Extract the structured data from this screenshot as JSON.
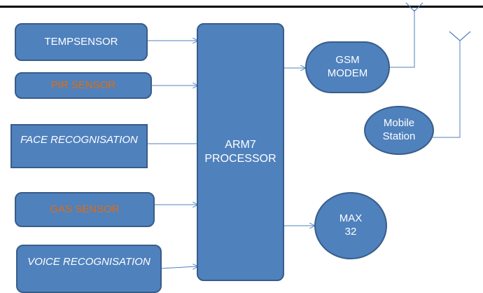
{
  "diagram": {
    "blocks": {
      "temp_sensor": "TEMPSENSOR",
      "pir_sensor": "PIR SENSOR",
      "face_recognition": "FACE RECOGNISATION",
      "gas_sensor": "GAS SENSOR",
      "voice_recognition": "VOICE RECOGNISATION",
      "processor_line1": "ARM7",
      "processor_line2": "PROCESSOR",
      "gsm_line1": "GSM",
      "gsm_line2": "MODEM",
      "mobile_line1": "Mobile",
      "mobile_line2": "Station",
      "max_line1": "MAX",
      "max_line2": "32"
    },
    "colors": {
      "block_fill": "#4f81bd",
      "block_border": "#385d8a",
      "text_white": "#ffffff",
      "text_orange": "#e36c09",
      "wire": "#4f81bd"
    }
  }
}
